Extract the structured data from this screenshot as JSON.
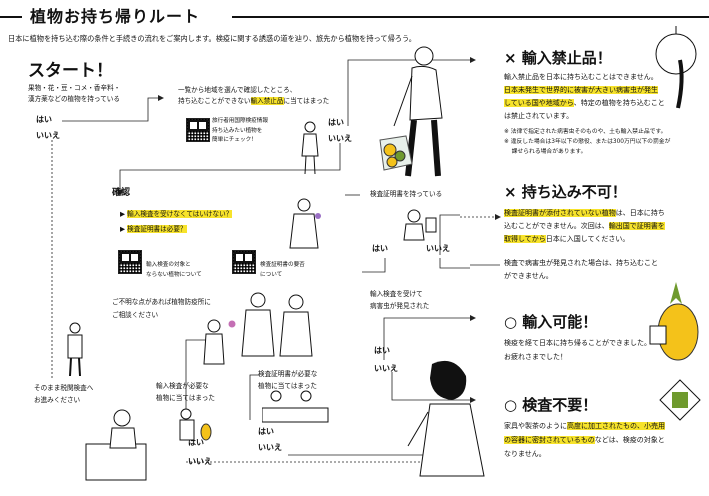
{
  "header": {
    "title": "植物お持ち帰りルート"
  },
  "intro": "日本に植物を持ち込む際の条件と手続きの流れをご案内します。検疫に関する誘惑の道を辿り、旅先から植物を持って帰ろう。",
  "start": {
    "heading": "スタート！",
    "line1": "果物・花・豆・コメ・香辛料・",
    "line2": "漢方薬などの植物を持っている",
    "yes": "はい",
    "no": "いいえ"
  },
  "lookup": {
    "line1": "一覧から地域を選んで確認したところ、",
    "line2_pre": "持ち込むことができない",
    "line2_hl": "輸入禁止品",
    "line2_post": "に当てはまった",
    "qr_caption1": "旅行者用国際検疫情報",
    "qr_caption2": "持ち込みたい植物を",
    "qr_caption3": "簡単にチェック！",
    "yes": "はい",
    "no": "いいえ"
  },
  "confirm": {
    "heading": "確認",
    "q1": "輸入検査を受けなくてはいけない？",
    "q2": "検査証明書は必要？",
    "qr1_line1": "輸入検査の対象と",
    "qr1_line2": "ならない植物について",
    "qr2_line1": "検査証明書の要否",
    "qr2_line2": "について",
    "contact1": "ご不明な点があれば植物防疫所に",
    "contact2": "ご相談ください"
  },
  "customs": {
    "line1": "そのまま税関検査へ",
    "line2": "お進みください"
  },
  "need_inspection": {
    "line1": "輸入検査が必要な",
    "line2": "植物に当てはまった",
    "yes": "はい",
    "no": "いいえ"
  },
  "cert_applicable": {
    "line1": "検査証明書が必要な",
    "line2": "植物に当てはまった",
    "yes": "はい",
    "no": "いいえ"
  },
  "has_cert": {
    "line1": "検査証明書を持っている",
    "yes": "はい",
    "no": "いいえ"
  },
  "pest_found": {
    "line1": "輸入検査を受けて",
    "line2": "病害虫が発見された",
    "yes": "はい",
    "no": "いいえ"
  },
  "results": {
    "prohibited": {
      "title": "× 輸入禁止品！",
      "p1": "輸入禁止品を日本に持ち込むことはできません。",
      "p2_hl": "日本未発生で世界的に被害が大きい病害虫が発生",
      "p3_hl": "している国や地域から",
      "p3_post": "、特定の植物を持ち込むこと",
      "p4": "は禁止されています。",
      "note1": "※ 法律で指定された病害虫そのものや、土も輸入禁止品です。",
      "note2": "※ 違反した場合は3年以下の懲役、または300万円以下の罰金が",
      "note3": "　 課せられる場合があります。"
    },
    "not_allowed": {
      "title": "× 持ち込み不可！",
      "p1_hl": "検査証明書が添付されていない植物",
      "p1_post": "は、日本に持ち",
      "p2_pre": "込むことができません。次回は、",
      "p2_hl": "輸出国で証明書を",
      "p3_hl": "取得してから",
      "p3_post": "日本に入国してください。",
      "p4": "検査で病害虫が発見された場合は、持ち込むこと",
      "p5": "ができません。"
    },
    "importable": {
      "title": "○ 輸入可能！",
      "p1": "検疫を経て日本に持ち帰ることができました。",
      "p2": "お疲れさまでした！"
    },
    "no_inspection": {
      "title": "○ 検査不要！",
      "p1_pre": "家具や製茶のように",
      "p1_hl": "高度に加工されたもの、小売用",
      "p2_hl": "の容器に密封されているもの",
      "p2_post": "などは、検疫の対象と",
      "p3": "なりません。"
    }
  },
  "colors": {
    "highlight": "#f7e32b",
    "ink": "#111111",
    "pineapple": "#f4c21a",
    "leaf": "#6f9a2e"
  }
}
